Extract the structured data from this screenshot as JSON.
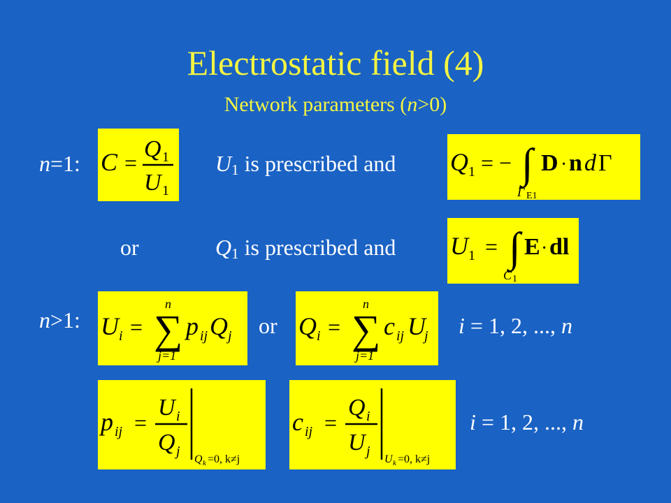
{
  "title": "Electrostatic field (4)",
  "subtitle": {
    "prefix": "Network parameters (",
    "var": "n",
    "suffix": ">0)"
  },
  "row1": {
    "n_var": "n",
    "n_text": "=1:",
    "U_var": "U",
    "U_sub": "1",
    "text": " is prescribed and"
  },
  "row2": {
    "or": "or",
    "Q_var": "Q",
    "Q_sub": "1",
    "text": " is prescribed and"
  },
  "row3": {
    "n_var": "n",
    "n_text": ">1:",
    "or": "or",
    "i_range": {
      "i_var": "i",
      "mid": " = 1, 2, ..., ",
      "n_var": "n"
    }
  },
  "row4": {
    "i_range": {
      "i_var": "i",
      "mid": " = 1, 2, ..., ",
      "n_var": "n"
    }
  },
  "formulas": {
    "capacitance": {
      "lhs": "C",
      "eq": "=",
      "num": "Q",
      "num_sub": "1",
      "den": "U",
      "den_sub": "1"
    },
    "charge_integral": {
      "lhs": "Q",
      "lhs_sub": "1",
      "eq": "= −",
      "int": "∫",
      "D": "D",
      "dot": "·",
      "n": "n",
      "d": "d",
      "Gamma": "Γ",
      "limit": "Γ",
      "limit_sub": "E1"
    },
    "voltage_integral": {
      "lhs": "U",
      "lhs_sub": "1",
      "eq": "=",
      "int": "∫",
      "E": "E",
      "dot": "·",
      "dl": "dl",
      "limit": "C",
      "limit_sub": "1"
    },
    "potential_sum": {
      "lhs": "U",
      "lhs_sub": "i",
      "eq": "=",
      "sigma": "∑",
      "upper": "n",
      "lower": "j=1",
      "coef": "p",
      "coef_sub": "ij",
      "var": "Q",
      "var_sub": "j"
    },
    "charge_sum": {
      "lhs": "Q",
      "lhs_sub": "i",
      "eq": "=",
      "sigma": "∑",
      "upper": "n",
      "lower": "j=1",
      "coef": "c",
      "coef_sub": "ij",
      "var": "U",
      "var_sub": "j"
    },
    "p_coef": {
      "lhs": "p",
      "lhs_sub": "ij",
      "eq": "=",
      "num": "U",
      "num_sub": "i",
      "den": "Q",
      "den_sub": "j",
      "cond": "Q",
      "cond_sub": "k",
      "cond_rest": "=0, k≠j"
    },
    "c_coef": {
      "lhs": "c",
      "lhs_sub": "ij",
      "eq": "=",
      "num": "Q",
      "num_sub": "i",
      "den": "U",
      "den_sub": "j",
      "cond": "U",
      "cond_sub": "k",
      "cond_rest": "=0, k≠j"
    }
  },
  "colors": {
    "background": "#1a62c4",
    "title": "#f5f542",
    "text": "#ffffff",
    "formula_box": "#ffff00"
  }
}
